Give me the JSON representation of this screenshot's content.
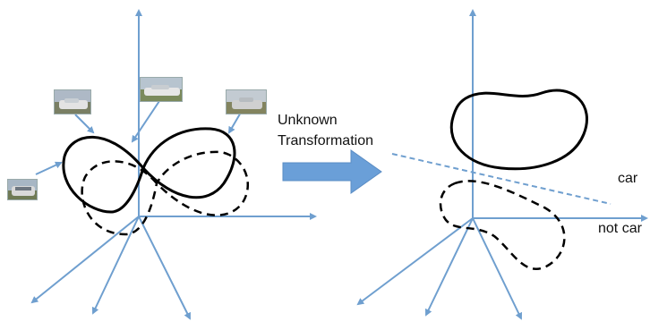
{
  "labels": {
    "transform_line1": "Unknown",
    "transform_line2": "Transformation",
    "car": "car",
    "not_car": "not car"
  },
  "colors": {
    "axis": "#6f9fcf",
    "arrow_fill": "#6a9fd8",
    "curve": "#000000",
    "separator": "#6f9fcf"
  },
  "thumbnails": [
    {
      "name": "car-photo-front-left",
      "sky": "#a7b6c4",
      "ground": "#6f7a55",
      "car": "#d9d9d9"
    },
    {
      "name": "car-photo-top-left",
      "sky": "#aeb9c6",
      "ground": "#7a7f64",
      "car": "#e3e3e3"
    },
    {
      "name": "car-photo-top-middle",
      "sky": "#b7c4cf",
      "ground": "#7b8a5c",
      "car": "#e6e6e6"
    },
    {
      "name": "car-photo-top-right",
      "sky": "#c3cbd2",
      "ground": "#83845f",
      "car": "#d0d0d0"
    }
  ]
}
